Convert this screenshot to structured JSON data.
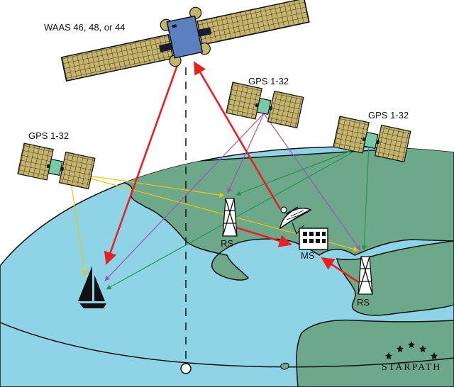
{
  "colors": {
    "ocean": "#8fd3e6",
    "land": "#6ea88a",
    "outline": "#111111",
    "panel": "#c6b46c",
    "satellite_body": "#5b7fbf",
    "gps_body": "#77c9a8",
    "waas_signal": "#e62121",
    "gps1_signal": "#f5c400",
    "gps2_signal": "#a34fc0",
    "gps3_signal": "#1e9a4c"
  },
  "labels": {
    "waas": "WAAS 46, 48, or 44",
    "gps_left": "GPS 1-32",
    "gps_mid": "GPS 1-32",
    "gps_right": "GPS 1-32",
    "rs_left": "RS",
    "rs_right": "RS",
    "ms": "MS",
    "brand": "STARPATH"
  },
  "icons": [
    "waas-satellite-icon",
    "gps-satellite-icon",
    "sailboat-icon",
    "tower-icon",
    "dish-antenna-icon",
    "building-icon",
    "star-icon"
  ]
}
